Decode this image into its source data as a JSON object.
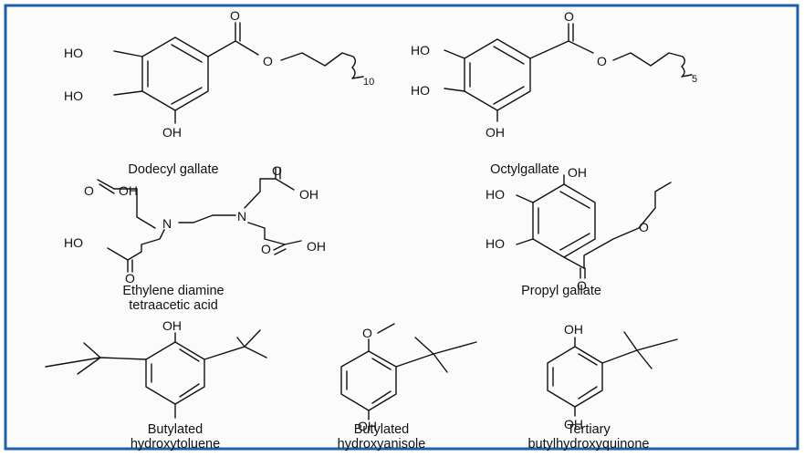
{
  "accent_border": "#1f5fa8",
  "atoms": {
    "ho": "HO",
    "oh": "OH",
    "o": "O",
    "n": "N",
    "sub_10": "10",
    "sub_5": "5"
  },
  "compounds": {
    "dodecyl": {
      "caption": "Dodecyl gallate"
    },
    "octyl": {
      "caption": "Octylgallate"
    },
    "edta": {
      "caption_line1": "Ethylene diamine",
      "caption_line2": "tetraacetic acid"
    },
    "propyl": {
      "caption": "Propyl gallate"
    },
    "bht": {
      "caption_line1": "Butylated",
      "caption_line2": "hydroxytoluene"
    },
    "bha": {
      "caption_line1": "Butylated",
      "caption_line2": "hydroxyanisole"
    },
    "tbhq": {
      "caption_line1": "Tertiary",
      "caption_line2": "butylhydroxyquinone"
    }
  }
}
